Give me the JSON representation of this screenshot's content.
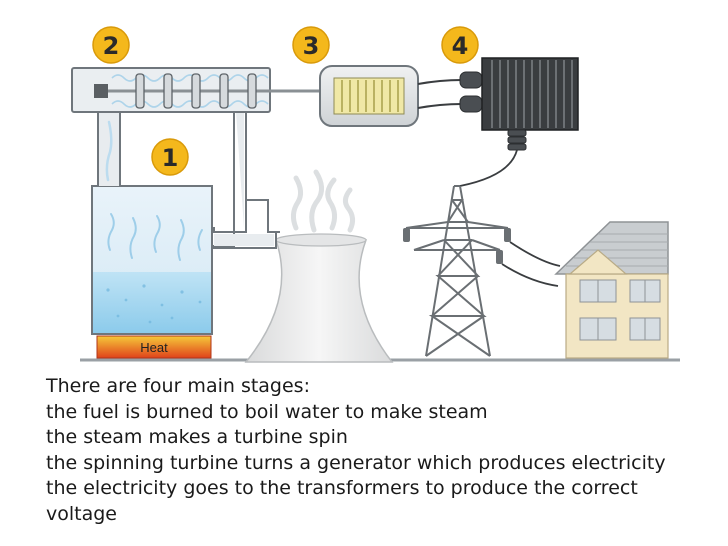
{
  "diagram": {
    "badges": [
      "1",
      "2",
      "3",
      "4"
    ],
    "heat_label": "Heat",
    "colors": {
      "badge": "#f4b81c",
      "pipe_fill": "#e8ecef",
      "pipe_stroke": "#6f767c",
      "water": "#9fd3ee",
      "steam": "#dcecf6",
      "heat_top": "#f4c430",
      "heat_bottom": "#e0421b",
      "transformer": "#3a3d40",
      "tower": "#ececec",
      "house_wall": "#f2e6c4",
      "house_roof": "#c9cdd0"
    }
  },
  "caption": {
    "lines": [
      "There are four main stages:",
      "the fuel is burned to boil water to make steam",
      "the steam makes a turbine spin",
      "the spinning turbine turns a generator which produces electricity",
      "the electricity goes to the transformers to produce the correct",
      "voltage"
    ]
  }
}
